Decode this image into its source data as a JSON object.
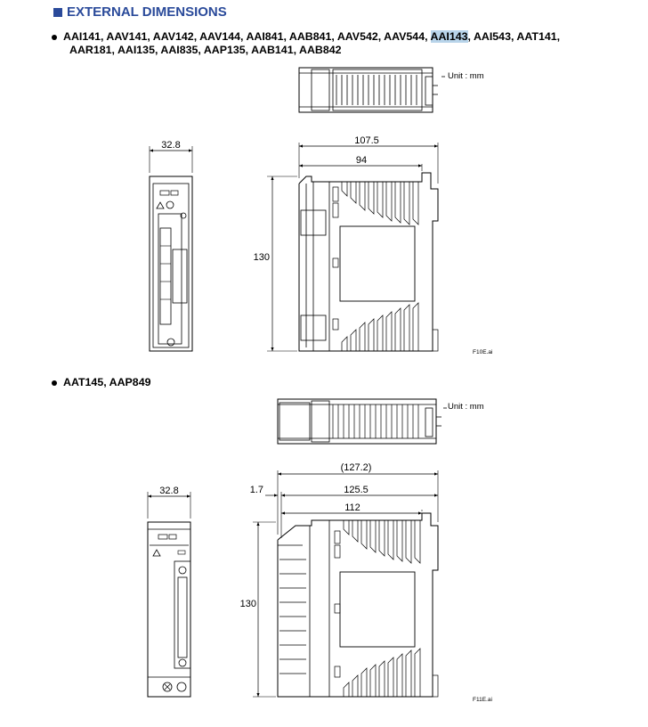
{
  "heading": "EXTERNAL DIMENSIONS",
  "section1": {
    "models_line1_a": "AAI141, AAV141, AAV142, AAV144, AAI841, AAB841, AAV542, AAV544, ",
    "models_highlighted": "AAI143",
    "models_line1_b": ", AAI543, AAT141,",
    "models_line2": "AAR181, AAI135, AAI835, AAP135, AAB141, AAB842",
    "unit": "Unit : mm",
    "dim_width": "32.8",
    "dim_total_depth": "107.5",
    "dim_depth": "94",
    "dim_height": "130",
    "figure_id": "F10E.ai"
  },
  "section2": {
    "models": "AAT145, AAP849",
    "unit": "Unit : mm",
    "dim_width": "32.8",
    "dim_offset": "1.7",
    "dim_overall": "(127.2)",
    "dim_total_depth": "125.5",
    "dim_depth": "112",
    "dim_height": "130",
    "figure_id": "F11E.ai"
  }
}
